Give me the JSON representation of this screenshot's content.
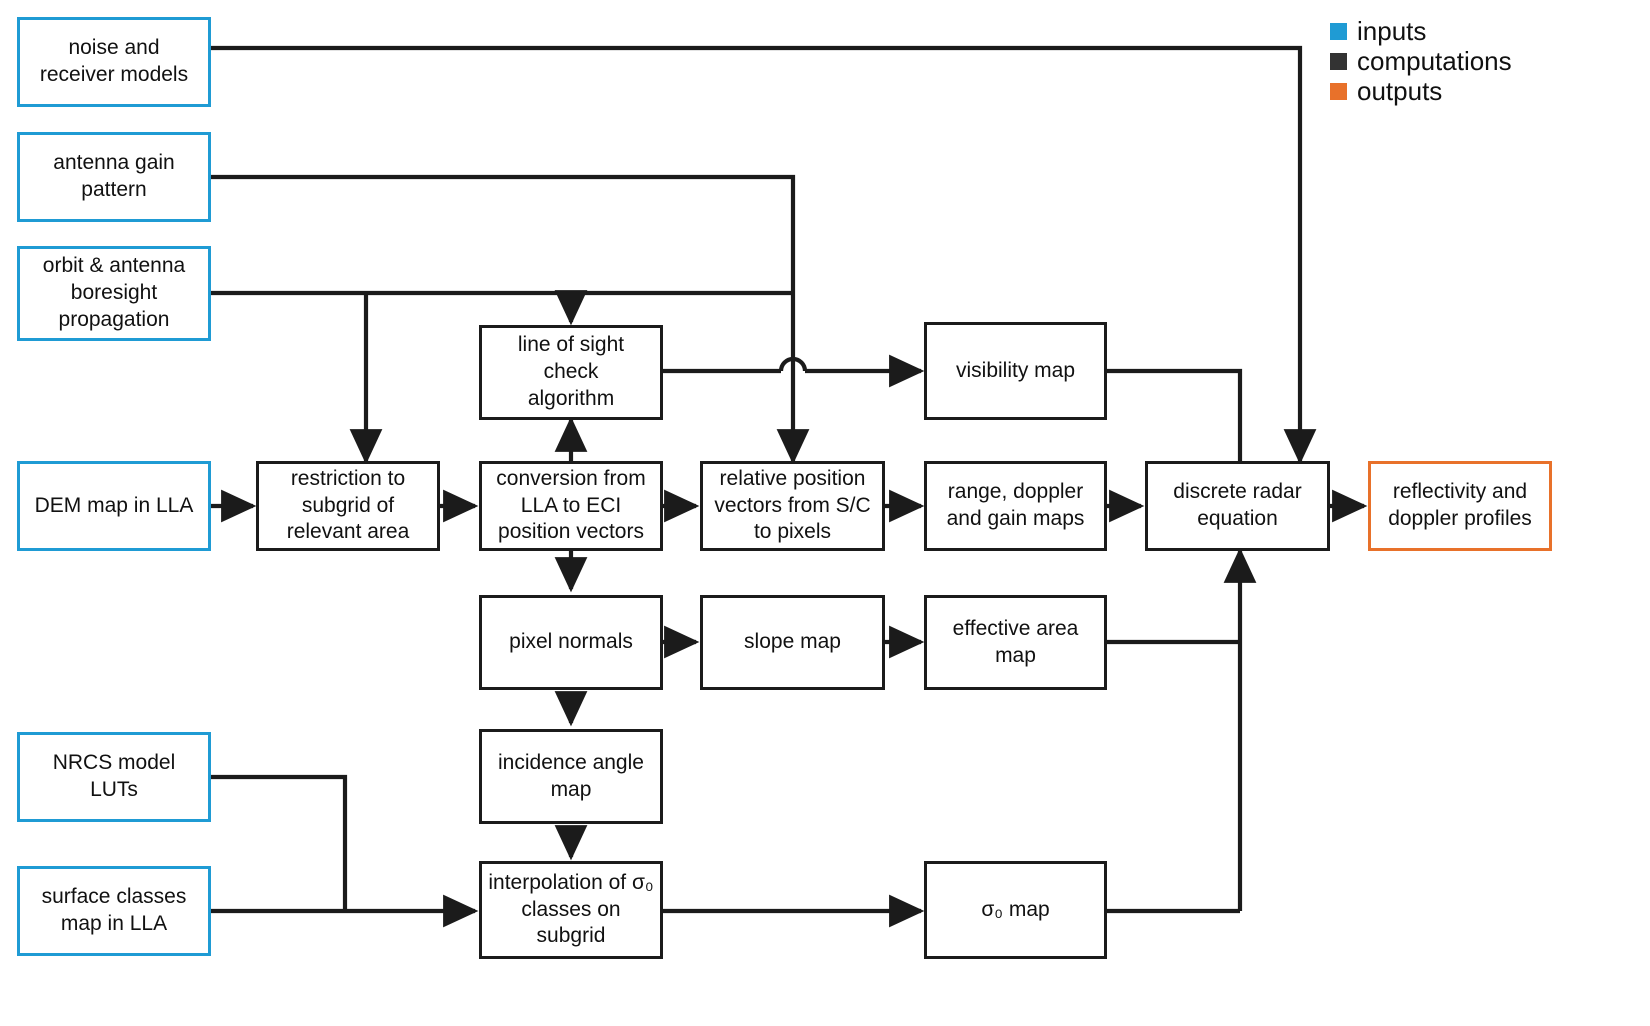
{
  "diagram": {
    "title": "radar simulation processing flowchart",
    "colors": {
      "input": "#1f9bd4",
      "computation": "#333333",
      "output": "#e8712a",
      "wire": "#1b1b1b"
    },
    "legend": {
      "items": [
        {
          "label": "inputs",
          "color": "#1f9bd4",
          "swatch_name": "legend-swatch-inputs"
        },
        {
          "label": "computations",
          "color": "#333333",
          "swatch_name": "legend-swatch-computations"
        },
        {
          "label": "outputs",
          "color": "#e8712a",
          "swatch_name": "legend-swatch-outputs"
        }
      ]
    },
    "nodes": {
      "noise_receiver_models": {
        "label": "noise and\nreceiver models",
        "kind": "input"
      },
      "antenna_gain_pattern": {
        "label": "antenna gain\npattern",
        "kind": "input"
      },
      "orbit_boresight": {
        "label": "orbit & antenna\nboresight\npropagation",
        "kind": "input"
      },
      "dem_map": {
        "label": "DEM map in LLA",
        "kind": "input"
      },
      "nrcs_luts": {
        "label": "NRCS model\nLUTs",
        "kind": "input"
      },
      "surface_classes": {
        "label": "surface classes\nmap in LLA",
        "kind": "input"
      },
      "line_of_sight": {
        "label": "line of sight check\nalgorithm",
        "kind": "computation"
      },
      "restriction": {
        "label": "restriction to\nsubgrid of\nrelevant area",
        "kind": "computation"
      },
      "conversion": {
        "label": "conversion from\nLLA to ECI\nposition vectors",
        "kind": "computation"
      },
      "relative_position": {
        "label": "relative position\nvectors from S/C\nto pixels",
        "kind": "computation"
      },
      "visibility_map": {
        "label": "visibility map",
        "kind": "computation"
      },
      "range_doppler_gain": {
        "label": "range, doppler\nand gain maps",
        "kind": "computation"
      },
      "discrete_radar_equation": {
        "label": "discrete radar\nequation",
        "kind": "computation"
      },
      "pixel_normals": {
        "label": "pixel normals",
        "kind": "computation"
      },
      "slope_map": {
        "label": "slope map",
        "kind": "computation"
      },
      "effective_area_map": {
        "label": "effective area\nmap",
        "kind": "computation"
      },
      "incidence_angle_map": {
        "label": "incidence angle\nmap",
        "kind": "computation"
      },
      "interpolation_sigma0": {
        "label": "interpolation of σ₀\nclasses on\nsubgrid",
        "kind": "computation"
      },
      "sigma0_map": {
        "label": "σ₀ map",
        "kind": "computation"
      },
      "reflectivity_profiles": {
        "label": "reflectivity and\ndoppler profiles",
        "kind": "output"
      }
    },
    "edges": [
      {
        "from": "noise_receiver_models",
        "to": "discrete_radar_equation"
      },
      {
        "from": "antenna_gain_pattern",
        "to": "relative_position"
      },
      {
        "from": "orbit_boresight",
        "to": "restriction"
      },
      {
        "from": "orbit_boresight",
        "to": "line_of_sight"
      },
      {
        "from": "orbit_boresight",
        "to": "relative_position"
      },
      {
        "from": "dem_map",
        "to": "restriction"
      },
      {
        "from": "restriction",
        "to": "conversion"
      },
      {
        "from": "conversion",
        "to": "line_of_sight"
      },
      {
        "from": "conversion",
        "to": "relative_position"
      },
      {
        "from": "conversion",
        "to": "pixel_normals"
      },
      {
        "from": "line_of_sight",
        "to": "visibility_map"
      },
      {
        "from": "relative_position",
        "to": "range_doppler_gain"
      },
      {
        "from": "range_doppler_gain",
        "to": "discrete_radar_equation"
      },
      {
        "from": "visibility_map",
        "to": "discrete_radar_equation"
      },
      {
        "from": "pixel_normals",
        "to": "slope_map"
      },
      {
        "from": "slope_map",
        "to": "effective_area_map"
      },
      {
        "from": "effective_area_map",
        "to": "discrete_radar_equation"
      },
      {
        "from": "pixel_normals",
        "to": "incidence_angle_map"
      },
      {
        "from": "incidence_angle_map",
        "to": "interpolation_sigma0"
      },
      {
        "from": "nrcs_luts",
        "to": "interpolation_sigma0"
      },
      {
        "from": "surface_classes",
        "to": "interpolation_sigma0"
      },
      {
        "from": "interpolation_sigma0",
        "to": "sigma0_map"
      },
      {
        "from": "sigma0_map",
        "to": "discrete_radar_equation"
      },
      {
        "from": "discrete_radar_equation",
        "to": "reflectivity_profiles"
      }
    ]
  }
}
